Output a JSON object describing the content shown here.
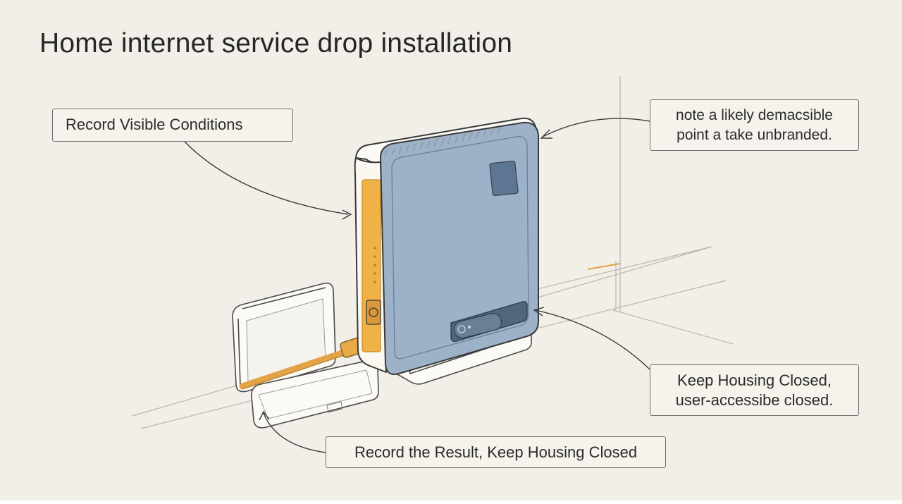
{
  "title": "Home internet service drop installation",
  "callouts": {
    "record_visible": "Record Visible Conditions",
    "demarc_line1": "note a likely demacsible",
    "demarc_line2": "point a take unbranded.",
    "keep_closed_line1": "Keep Housing Closed,",
    "keep_closed_line2": "user-accessibe closed.",
    "record_result": "Record the Result, Keep Housing Closed"
  },
  "colors": {
    "background": "#f1efe7",
    "device_face": "#9fb3c8",
    "device_side": "#f0b247",
    "cable": "#e8a94a",
    "outline": "#3a3a3a"
  }
}
